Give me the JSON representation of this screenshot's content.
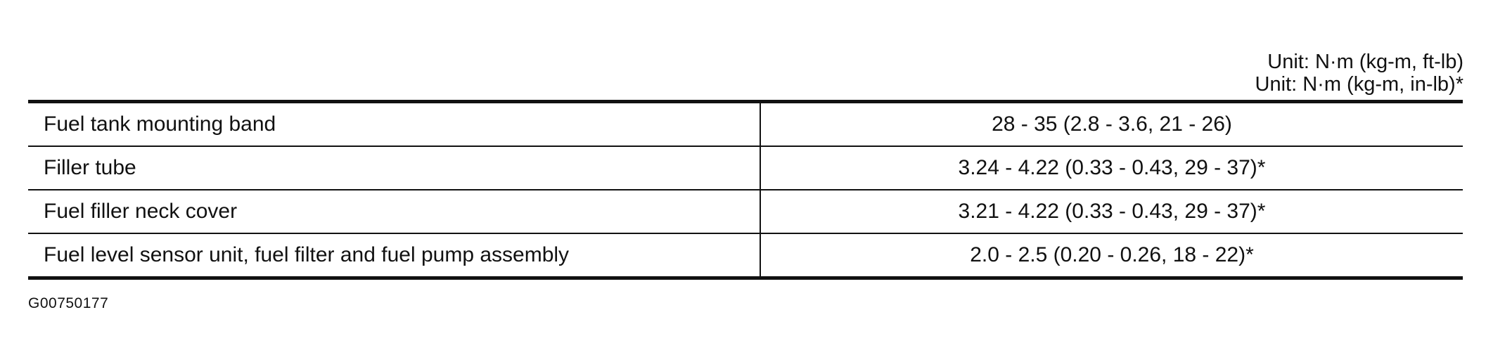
{
  "units": {
    "line1": "Unit: N·m (kg-m, ft-lb)",
    "line2": "Unit: N·m (kg-m, in-lb)*"
  },
  "rows": [
    {
      "item": "Fuel tank mounting band",
      "value": "28 - 35 (2.8 - 3.6, 21 - 26)"
    },
    {
      "item": "Filler tube",
      "value": "3.24 - 4.22 (0.33 - 0.43, 29 - 37)*"
    },
    {
      "item": "Fuel filler neck cover",
      "value": "3.21 - 4.22 (0.33 - 0.43, 29 - 37)*"
    },
    {
      "item": "Fuel level sensor unit, fuel filter and fuel pump assembly",
      "value": "2.0 - 2.5 (0.20 - 0.26, 18 - 22)*"
    }
  ],
  "figure_id": "G00750177"
}
